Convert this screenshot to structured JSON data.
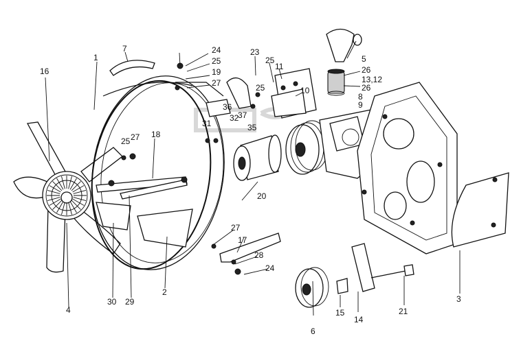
{
  "labels": {
    "l1": "1",
    "l2": "2",
    "l3": "3",
    "l4": "4",
    "l5": "5",
    "l6": "6",
    "l7": "7",
    "l8": "8",
    "l9": "9",
    "l10": "10",
    "l11": "11",
    "l12": "13,12",
    "l14": "14",
    "l15": "15",
    "l16": "16",
    "l17": "17",
    "l18": "18",
    "l19": "19",
    "l20": "20",
    "l21": "21",
    "l23": "23",
    "l24a": "24",
    "l24b": "24",
    "l25a": "25",
    "l25b": "25",
    "l25c": "25",
    "l25d": "25",
    "l26a": "26",
    "l26b": "26",
    "l27a": "27",
    "l27b": "27",
    "l27c": "27",
    "l28": "28",
    "l29": "29",
    "l30": "30",
    "l31": "31",
    "l32": "32",
    "l35": "35",
    "l36": "36",
    "l37": "37"
  }
}
